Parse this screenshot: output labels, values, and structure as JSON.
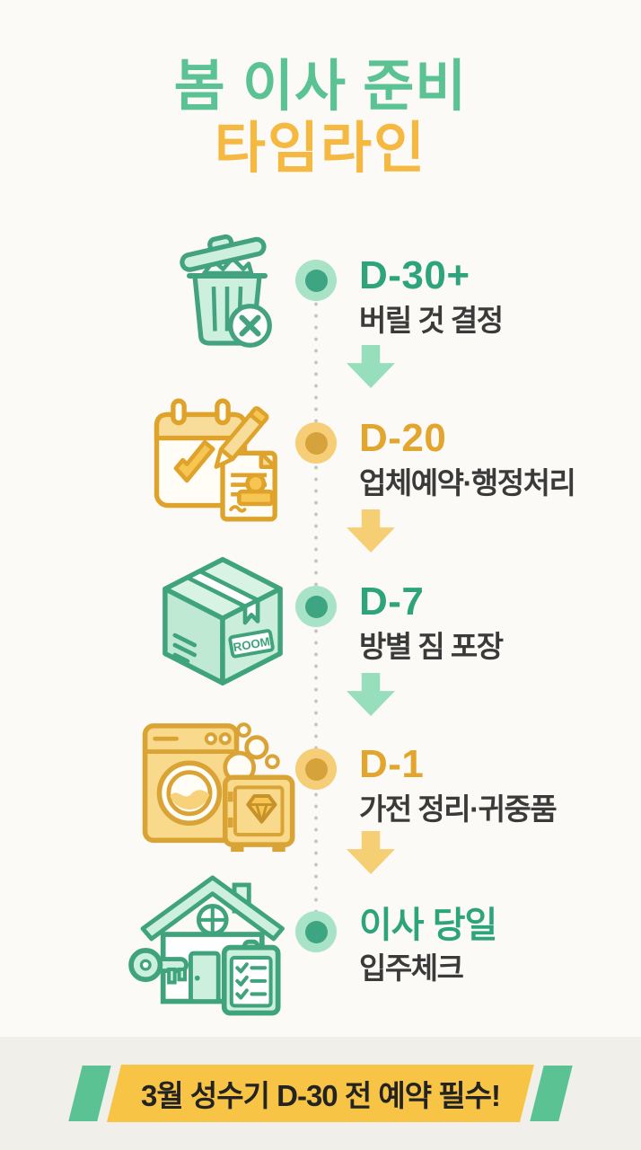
{
  "title": {
    "line1": "봄 이사 준비",
    "line2": "타임라인"
  },
  "timeline": {
    "items": [
      {
        "day": "D-30+",
        "desc": "버릴 것 결정",
        "accent": "green",
        "icon": "trash-can-icon"
      },
      {
        "day": "D-20",
        "desc": "업체예약·행정처리",
        "accent": "yellow",
        "icon": "calendar-stamp-icon"
      },
      {
        "day": "D-7",
        "desc": "방별 짐 포장",
        "accent": "green",
        "icon": "moving-box-icon"
      },
      {
        "day": "D-1",
        "desc": "가전 정리·귀중품",
        "accent": "yellow",
        "icon": "washer-safe-icon"
      },
      {
        "day": "이사 당일",
        "desc": "입주체크",
        "accent": "green",
        "icon": "house-key-icon"
      }
    ],
    "box_label": "ROOM"
  },
  "footer": {
    "banner": "3월 성수기 D-30 전 예약 필수!"
  },
  "colors": {
    "title_green": "#5BC294",
    "title_yellow": "#F5B840",
    "day_green": "#2EA47D",
    "day_yellow": "#E2A52E",
    "body_text": "#3A3A3A",
    "node_green_outer": "#A8E3C7",
    "node_green_inner": "#3DA581",
    "node_yellow_outer": "#F7CE78",
    "node_yellow_inner": "#D5A23B",
    "arrow_green": "#97DEBC",
    "arrow_yellow": "#F6CE74",
    "banner_bg": "#F7C445",
    "banner_text": "#232323",
    "page_bg": "#FBFAF6",
    "footer_bg": "#F0EFEA"
  }
}
